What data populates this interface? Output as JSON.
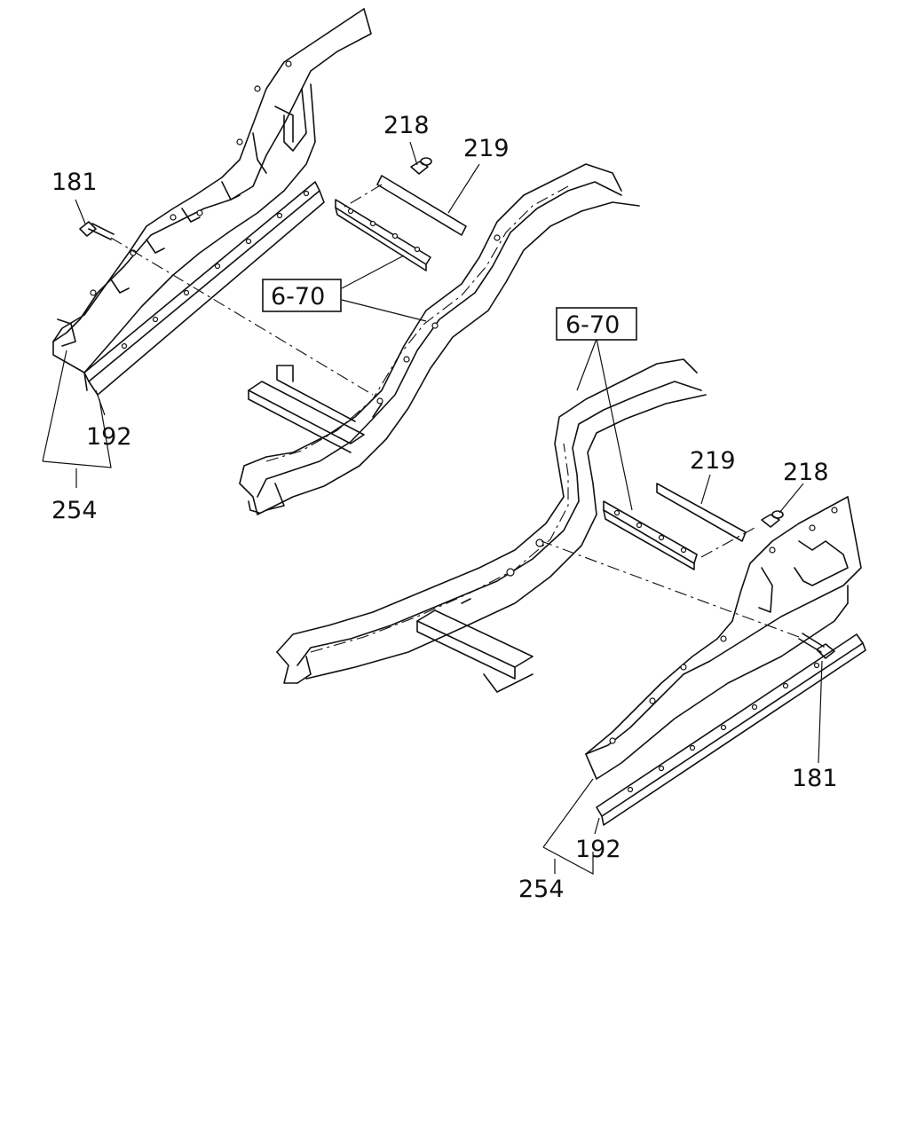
{
  "labels": {
    "l181a": "181",
    "l218a": "218",
    "l219a": "219",
    "l670a": "6-70",
    "l192a": "192",
    "l254a": "254",
    "l670b": "6-70",
    "l219b": "219",
    "l218b": "218",
    "l181b": "181",
    "l192b": "192",
    "l254b": "254"
  },
  "colors": {
    "line": "#111111",
    "background": "#ffffff"
  }
}
